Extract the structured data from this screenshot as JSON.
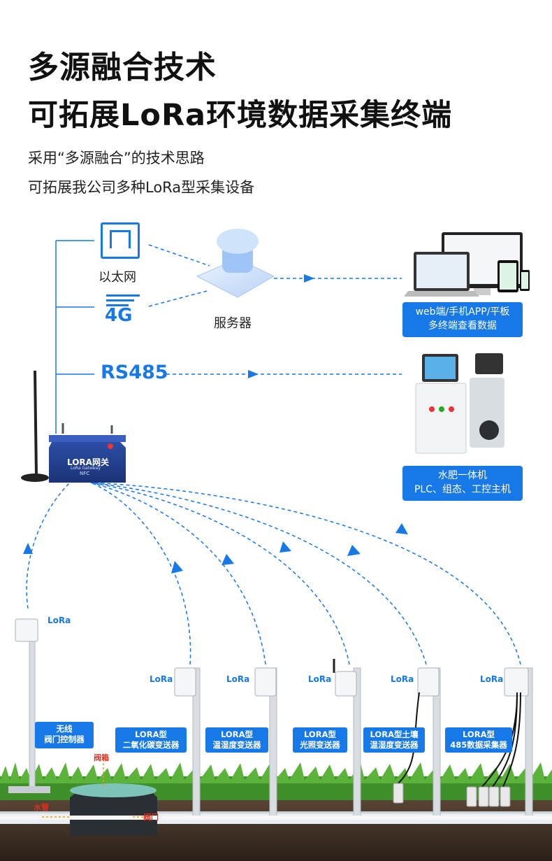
{
  "header": {
    "title_line1": "多源融合技术",
    "title_line2": "可拓展LoRa环境数据采集终端",
    "subtitle_line1": "采用“多源融合”的技术思路",
    "subtitle_line2": "可拓展我公司多种LoRa型采集设备"
  },
  "network": {
    "ethernet_label": "以太网",
    "g4_label": "4G",
    "server_label": "服务器",
    "rs485_label": "RS485",
    "gateway_label": "LORA网关",
    "gateway_sub": "LoRa Gateway",
    "gateway_nfc": "NFC"
  },
  "endpoints": {
    "web_line1": "web端/手机APP/平板",
    "web_line2": "多终端查看数据",
    "plc_line1": "水肥一体机",
    "plc_line2": "PLC、组态、工控主机"
  },
  "devices": [
    {
      "lora": "LoRa",
      "line1": "无线",
      "line2": "阀门控制器"
    },
    {
      "lora": "LoRa",
      "line1": "LORA型",
      "line2": "二氧化碳变送器"
    },
    {
      "lora": "LoRa",
      "line1": "LORA型",
      "line2": "温湿度变送器"
    },
    {
      "lora": "LoRa",
      "line1": "LORA型",
      "line2": "光照变送器"
    },
    {
      "lora": "LoRa",
      "line1": "LORA型土壤",
      "line2": "温湿度变送器"
    },
    {
      "lora": "LoRa",
      "line1": "LORA型",
      "line2": "485数据采集器"
    }
  ],
  "field": {
    "valve_box": "阀箱",
    "water_pipe": "水管",
    "valve": "阀门"
  },
  "colors": {
    "accent": "#1778e8",
    "title": "#111111",
    "label_red": "#e0301e",
    "soil": "#3a2c22",
    "grass": "#3f8f2a"
  }
}
